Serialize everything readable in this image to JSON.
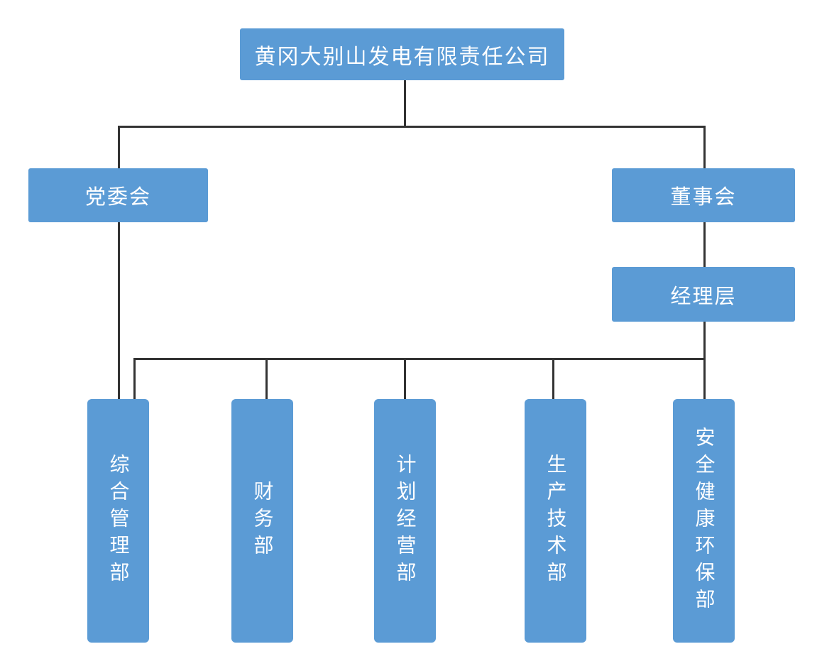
{
  "diagram": {
    "type": "org-chart",
    "colors": {
      "node_fill": "#5b9bd5",
      "node_text": "#ffffff",
      "connector": "#333333",
      "background": "#ffffff"
    },
    "nodes": {
      "company": {
        "label": "黄冈大别山发电有限责任公司"
      },
      "party_committee": {
        "label": "党委会"
      },
      "board": {
        "label": "董事会"
      },
      "management": {
        "label": "经理层"
      },
      "dept_general_admin": {
        "label": "综合管理部",
        "orientation": "vertical"
      },
      "dept_finance": {
        "label": "财务部",
        "orientation": "vertical"
      },
      "dept_planning": {
        "label": "计划经营部",
        "orientation": "vertical"
      },
      "dept_production_tech": {
        "label": "生产技术部",
        "orientation": "vertical"
      },
      "dept_safety_health_env": {
        "label": "安全健康环保部",
        "orientation": "vertical"
      }
    },
    "edges": [
      {
        "from": "company",
        "to": "party_committee"
      },
      {
        "from": "company",
        "to": "board"
      },
      {
        "from": "board",
        "to": "management"
      },
      {
        "from": "party_committee",
        "to": "dept_general_admin"
      },
      {
        "from": "management",
        "to": "dept_general_admin"
      },
      {
        "from": "management",
        "to": "dept_finance"
      },
      {
        "from": "management",
        "to": "dept_planning"
      },
      {
        "from": "management",
        "to": "dept_production_tech"
      },
      {
        "from": "management",
        "to": "dept_safety_health_env"
      }
    ]
  }
}
